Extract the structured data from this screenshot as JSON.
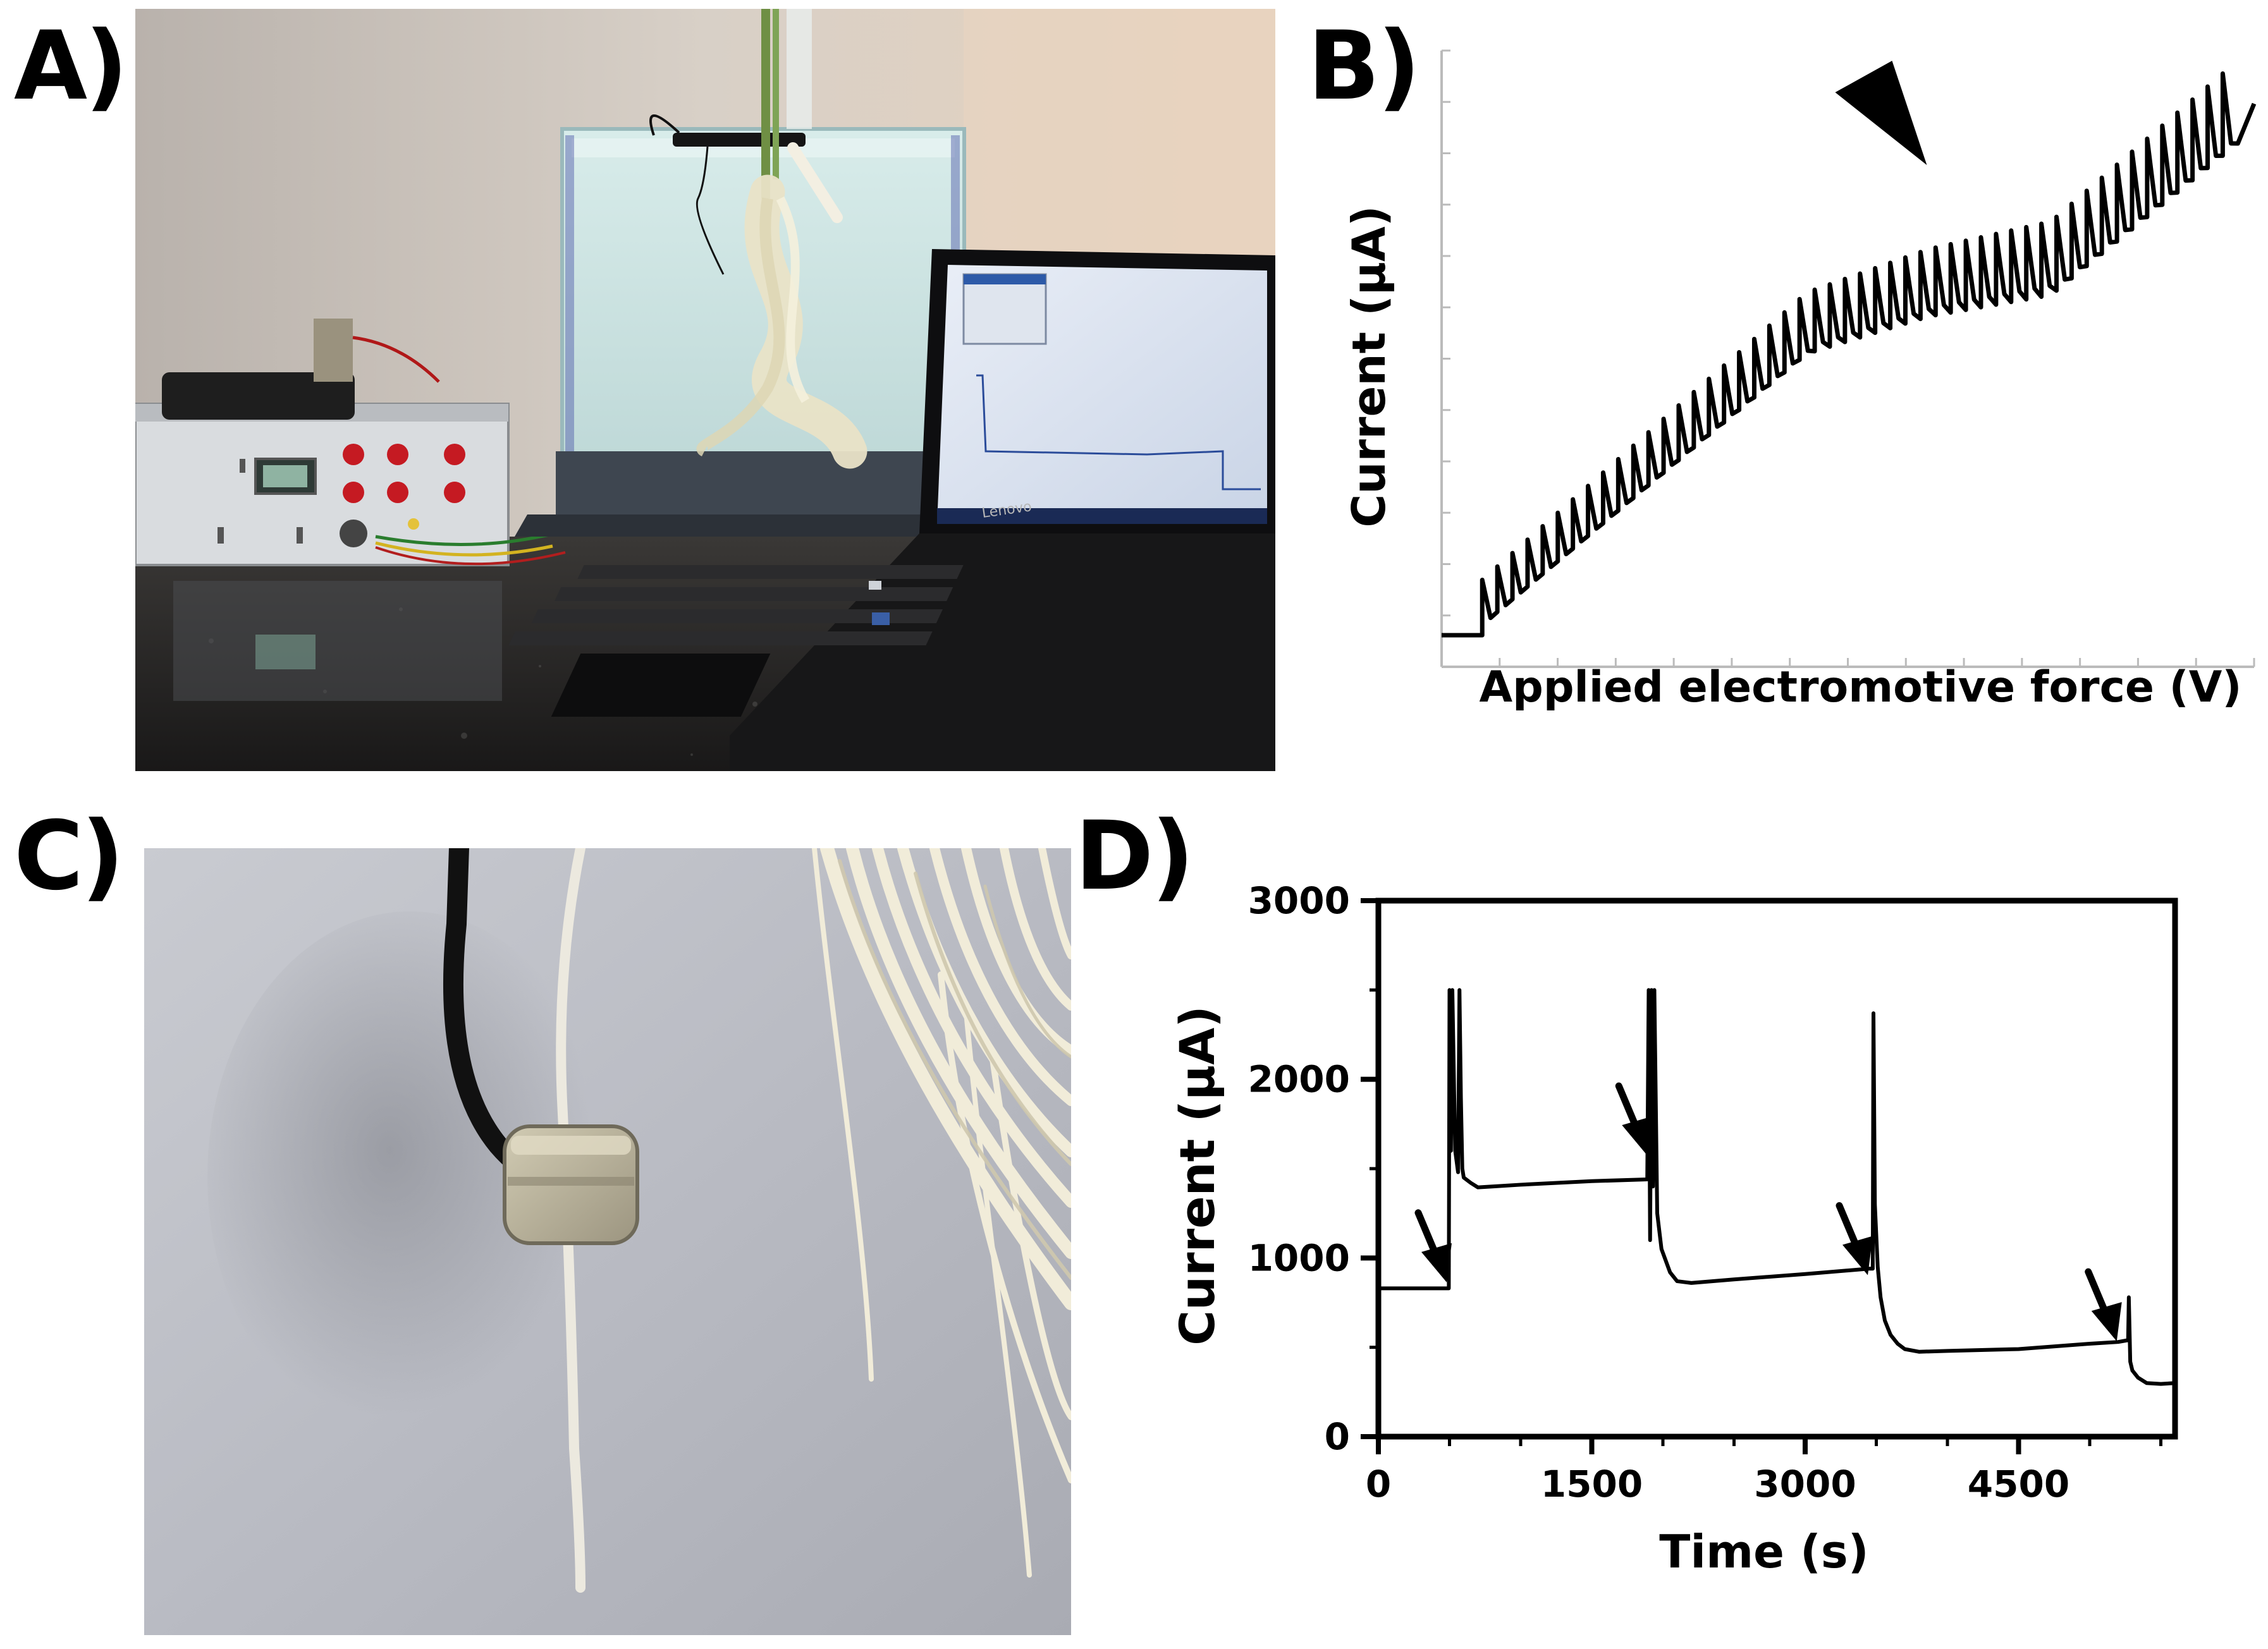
{
  "figure": {
    "panels": {
      "a": {
        "label": "A)"
      },
      "b": {
        "label": "B)"
      },
      "c": {
        "label": "C)"
      },
      "d": {
        "label": "D)"
      }
    },
    "laptop_brand": "Lenovo"
  },
  "chart_data": [
    {
      "panel": "B",
      "type": "line",
      "title": "",
      "xlabel": "Applied electromotive force (V)",
      "ylabel": "Current (µA)",
      "tick_labels": false,
      "annotation": "arrowhead-marker",
      "series": [
        {
          "trend": {
            "x": [
              0,
              5,
              30,
              45,
              60,
              75,
              100
            ],
            "baseline": [
              0,
              0.02,
              0.34,
              0.53,
              0.6,
              0.64,
              0.95
            ]
          },
          "spike_count": 50,
          "spike_height": 0.12
        }
      ],
      "xlim": [
        0,
        100
      ],
      "ylim": [
        0,
        1.1
      ]
    },
    {
      "panel": "D",
      "type": "line",
      "title": "",
      "xlabel": "Time (s)",
      "ylabel": "Current (µA)",
      "x_ticks": [
        "0",
        "1500",
        "3000",
        "4500"
      ],
      "y_ticks": [
        "0",
        "1000",
        "2000",
        "3000"
      ],
      "xlim": [
        0,
        5600
      ],
      "ylim": [
        0,
        3000
      ],
      "series": [
        {
          "x": [
            0,
            495,
            500,
            510,
            520,
            540,
            560,
            570,
            580,
            590,
            600,
            650,
            700,
            800,
            1000,
            1500,
            1890,
            1900,
            1910,
            1920,
            1930,
            1940,
            1960,
            1990,
            2050,
            2100,
            2200,
            2500,
            3000,
            3450,
            3475,
            3480,
            3490,
            3510,
            3530,
            3560,
            3600,
            3650,
            3700,
            3800,
            4000,
            4500,
            5000,
            5200,
            5270,
            5275,
            5285,
            5300,
            5340,
            5400,
            5500,
            5600
          ],
          "y": [
            830,
            830,
            2500,
            1600,
            2500,
            1600,
            1480,
            2500,
            1900,
            1500,
            1450,
            1420,
            1395,
            1400,
            1410,
            1430,
            1440,
            2500,
            1100,
            2500,
            1400,
            2500,
            1250,
            1050,
            920,
            870,
            860,
            880,
            910,
            940,
            940,
            2370,
            1300,
            950,
            780,
            650,
            570,
            520,
            490,
            475,
            480,
            490,
            520,
            530,
            540,
            780,
            420,
            370,
            330,
            300,
            295,
            300
          ]
        }
      ],
      "annotations": [
        {
          "type": "arrow",
          "x": 400,
          "y": 970
        },
        {
          "type": "arrow",
          "x": 1810,
          "y": 1680
        },
        {
          "type": "arrow",
          "x": 3360,
          "y": 1010
        },
        {
          "type": "arrow",
          "x": 5110,
          "y": 640
        }
      ]
    }
  ]
}
